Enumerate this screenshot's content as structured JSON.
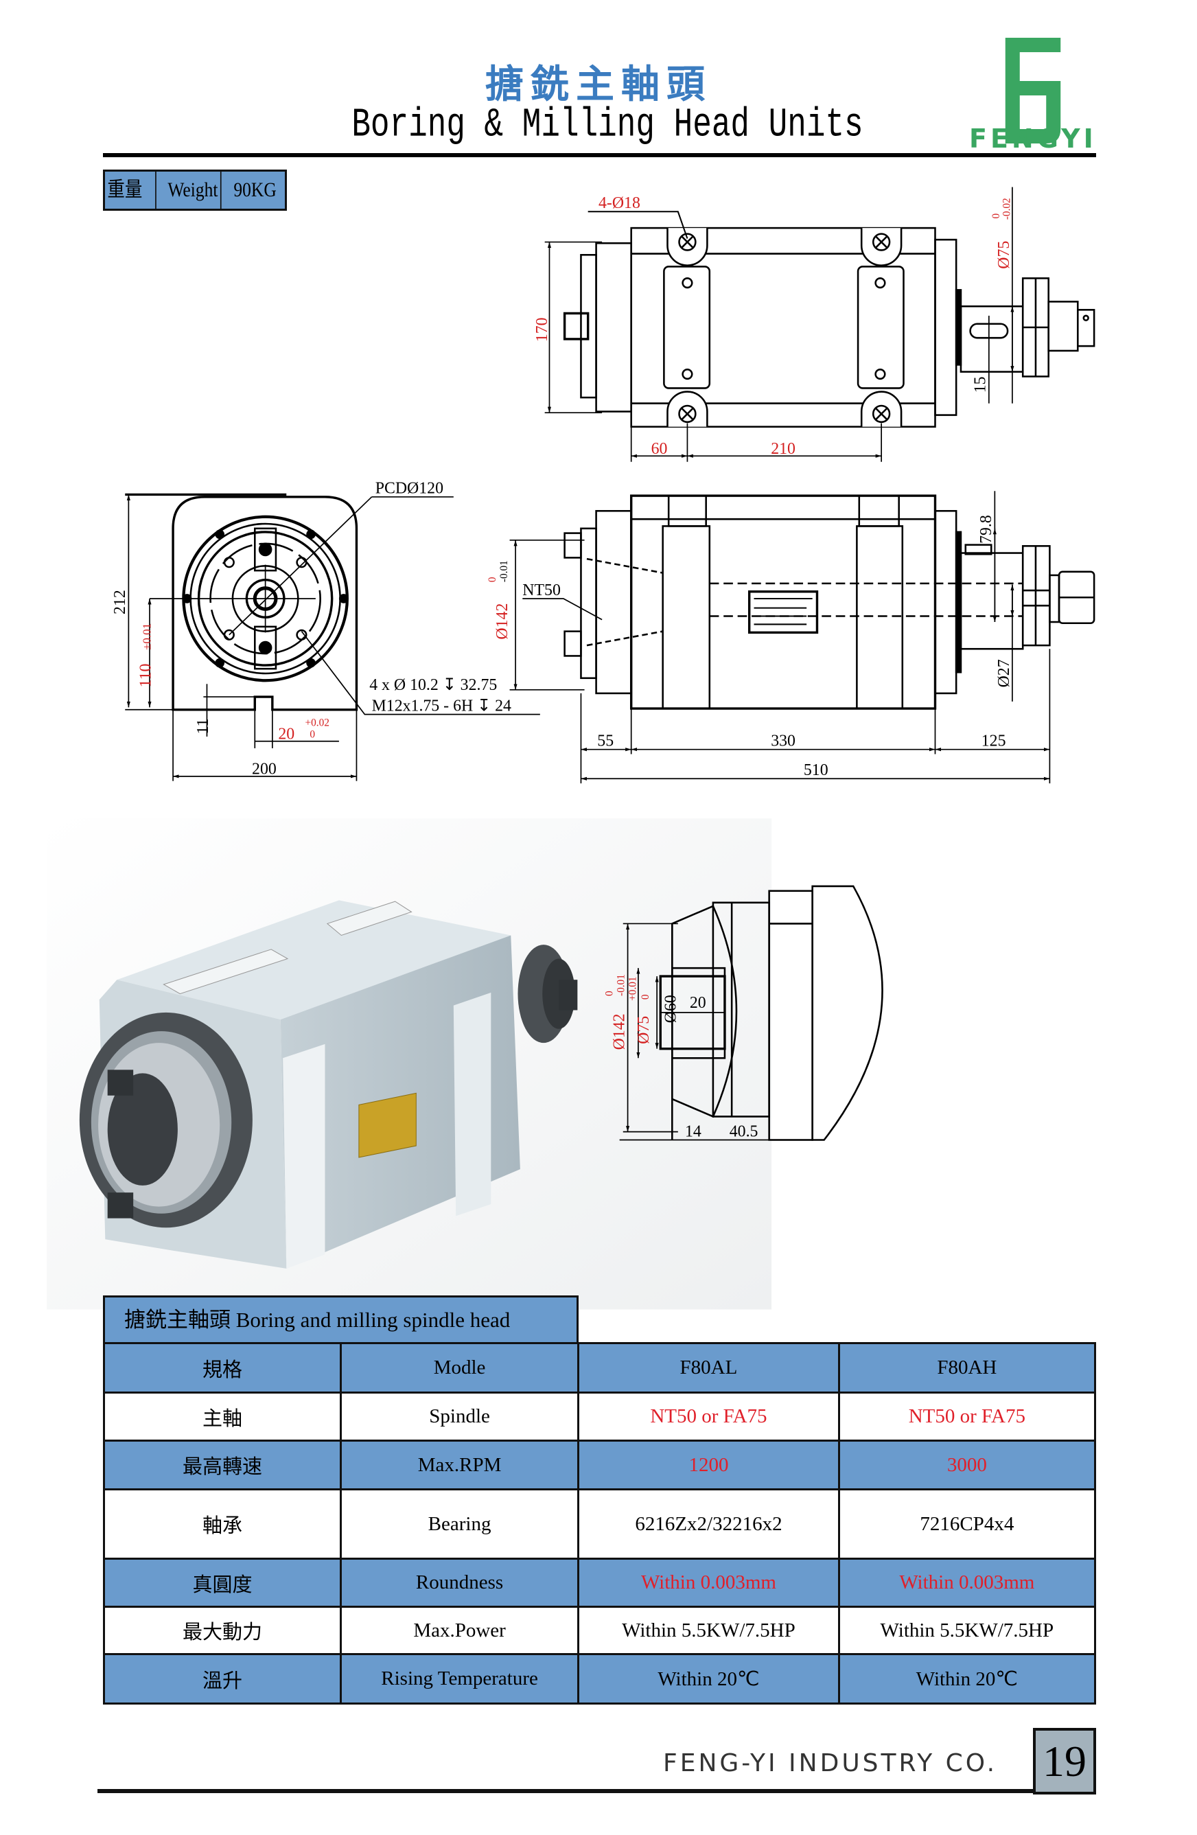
{
  "header": {
    "title_zh": "搪銑主軸頭",
    "title_en": "Boring & Milling Head Units",
    "logo_text": "FENGYI"
  },
  "weight": {
    "label_zh": "重量",
    "label_en": "Weight",
    "value": "90KG"
  },
  "top_view": {
    "holes": "4-Ø18",
    "height": "170",
    "offset": "60",
    "pitch": "210",
    "shaft_dia": "Ø75",
    "shaft_tol_upper": "0",
    "shaft_tol_lower": "-0.02",
    "key": "15"
  },
  "front_view": {
    "pcd": "PCDØ120",
    "height": "212",
    "center_height": "110",
    "center_tol": "±0.01",
    "holes_line1": "4 x Ø 10.2 ↧ 32.75",
    "holes_line2": "M12x1.75 - 6H ↧ 24",
    "key_height": "11",
    "key_width": "20",
    "key_tol_upper": "+0.02",
    "key_tol_lower": "0",
    "width": "200"
  },
  "side_view": {
    "flange_dia": "Ø142",
    "flange_tol_upper": "0",
    "flange_tol_lower": "-0.01",
    "spindle_nose": "NT50",
    "shaft_height": "79.8",
    "shaft_dia": "Ø27",
    "front_len": "55",
    "body_len": "330",
    "rear_len": "125",
    "total_len": "510"
  },
  "detail_view": {
    "flange_dia": "Ø142",
    "flange_tol_upper": "0",
    "flange_tol_lower": "-0.01",
    "pilot_dia": "Ø75",
    "pilot_tol_upper": "+0.01",
    "pilot_tol_lower": "0",
    "bore_dia": "Ø60",
    "depth": "20",
    "dim_a": "14",
    "dim_b": "40.5"
  },
  "spec_table": {
    "title": "搪銑主軸頭 Boring and milling spindle head",
    "rows": [
      {
        "zh": "規格",
        "en": "Modle",
        "f80al": "F80AL",
        "f80ah": "F80AH"
      },
      {
        "zh": "主軸",
        "en": "Spindle",
        "f80al": "NT50 or FA75",
        "f80ah": "NT50 or FA75"
      },
      {
        "zh": "最高轉速",
        "en": "Max.RPM",
        "f80al": "1200",
        "f80ah": "3000"
      },
      {
        "zh": "軸承",
        "en": "Bearing",
        "f80al": "6216Zx2/32216x2",
        "f80ah": "7216CP4x4"
      },
      {
        "zh": "真圓度",
        "en": "Roundness",
        "f80al": "Within 0.003mm",
        "f80ah": "Within 0.003mm"
      },
      {
        "zh": "最大動力",
        "en": "Max.Power",
        "f80al": "Within 5.5KW/7.5HP",
        "f80ah": "Within 5.5KW/7.5HP"
      },
      {
        "zh": "溫升",
        "en": "Rising Temperature",
        "f80al": "Within 20℃",
        "f80ah": "Within 20℃"
      }
    ]
  },
  "footer": {
    "company": "FENG-YI INDUSTRY CO.",
    "page": "19"
  },
  "colors": {
    "table_blue": "#6a9bcd",
    "highlight_red": "#e0202a",
    "brand_green": "#3aa661",
    "title_blue": "#3b7cc0"
  }
}
